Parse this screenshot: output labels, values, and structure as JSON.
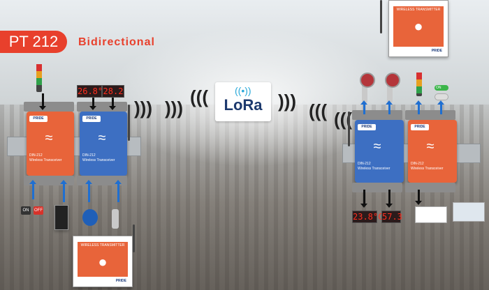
{
  "header": {
    "title": "PT 212",
    "subtitle": "Bidirectional"
  },
  "devices": {
    "brand": "PRIDE",
    "model_label": "DIN-212",
    "model_sub": "Wireless Transceiver"
  },
  "displays": {
    "left_temp": "26.8°C",
    "left_val": "28.2",
    "right_temp": "23.8°C",
    "right_val": "57.3"
  },
  "lora": {
    "label": "LoRa"
  },
  "switches": {
    "on": "ON",
    "off": "OFF"
  },
  "boxes": {
    "label": "WIRELESS TRANSMITTER",
    "brand": "PRIDE"
  },
  "toggles": {
    "on": "ON"
  },
  "colors": {
    "accent": "#e8402c",
    "orange": "#e8643a",
    "blue": "#3d6fc2",
    "arrow": "#1f6fd1"
  }
}
